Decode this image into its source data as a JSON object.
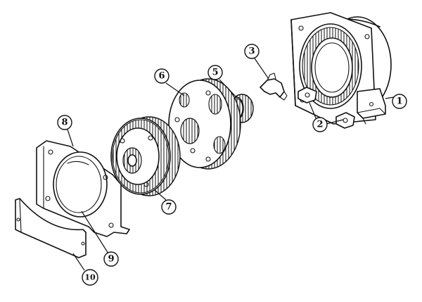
{
  "callouts": [
    {
      "id": "callout-1",
      "label": "1"
    },
    {
      "id": "callout-2",
      "label": "2"
    },
    {
      "id": "callout-3",
      "label": "3"
    },
    {
      "id": "callout-5",
      "label": "5"
    },
    {
      "id": "callout-6",
      "label": "6"
    },
    {
      "id": "callout-7",
      "label": "7"
    },
    {
      "id": "callout-8",
      "label": "8"
    },
    {
      "id": "callout-9",
      "label": "9"
    },
    {
      "id": "callout-10",
      "label": "10"
    }
  ]
}
